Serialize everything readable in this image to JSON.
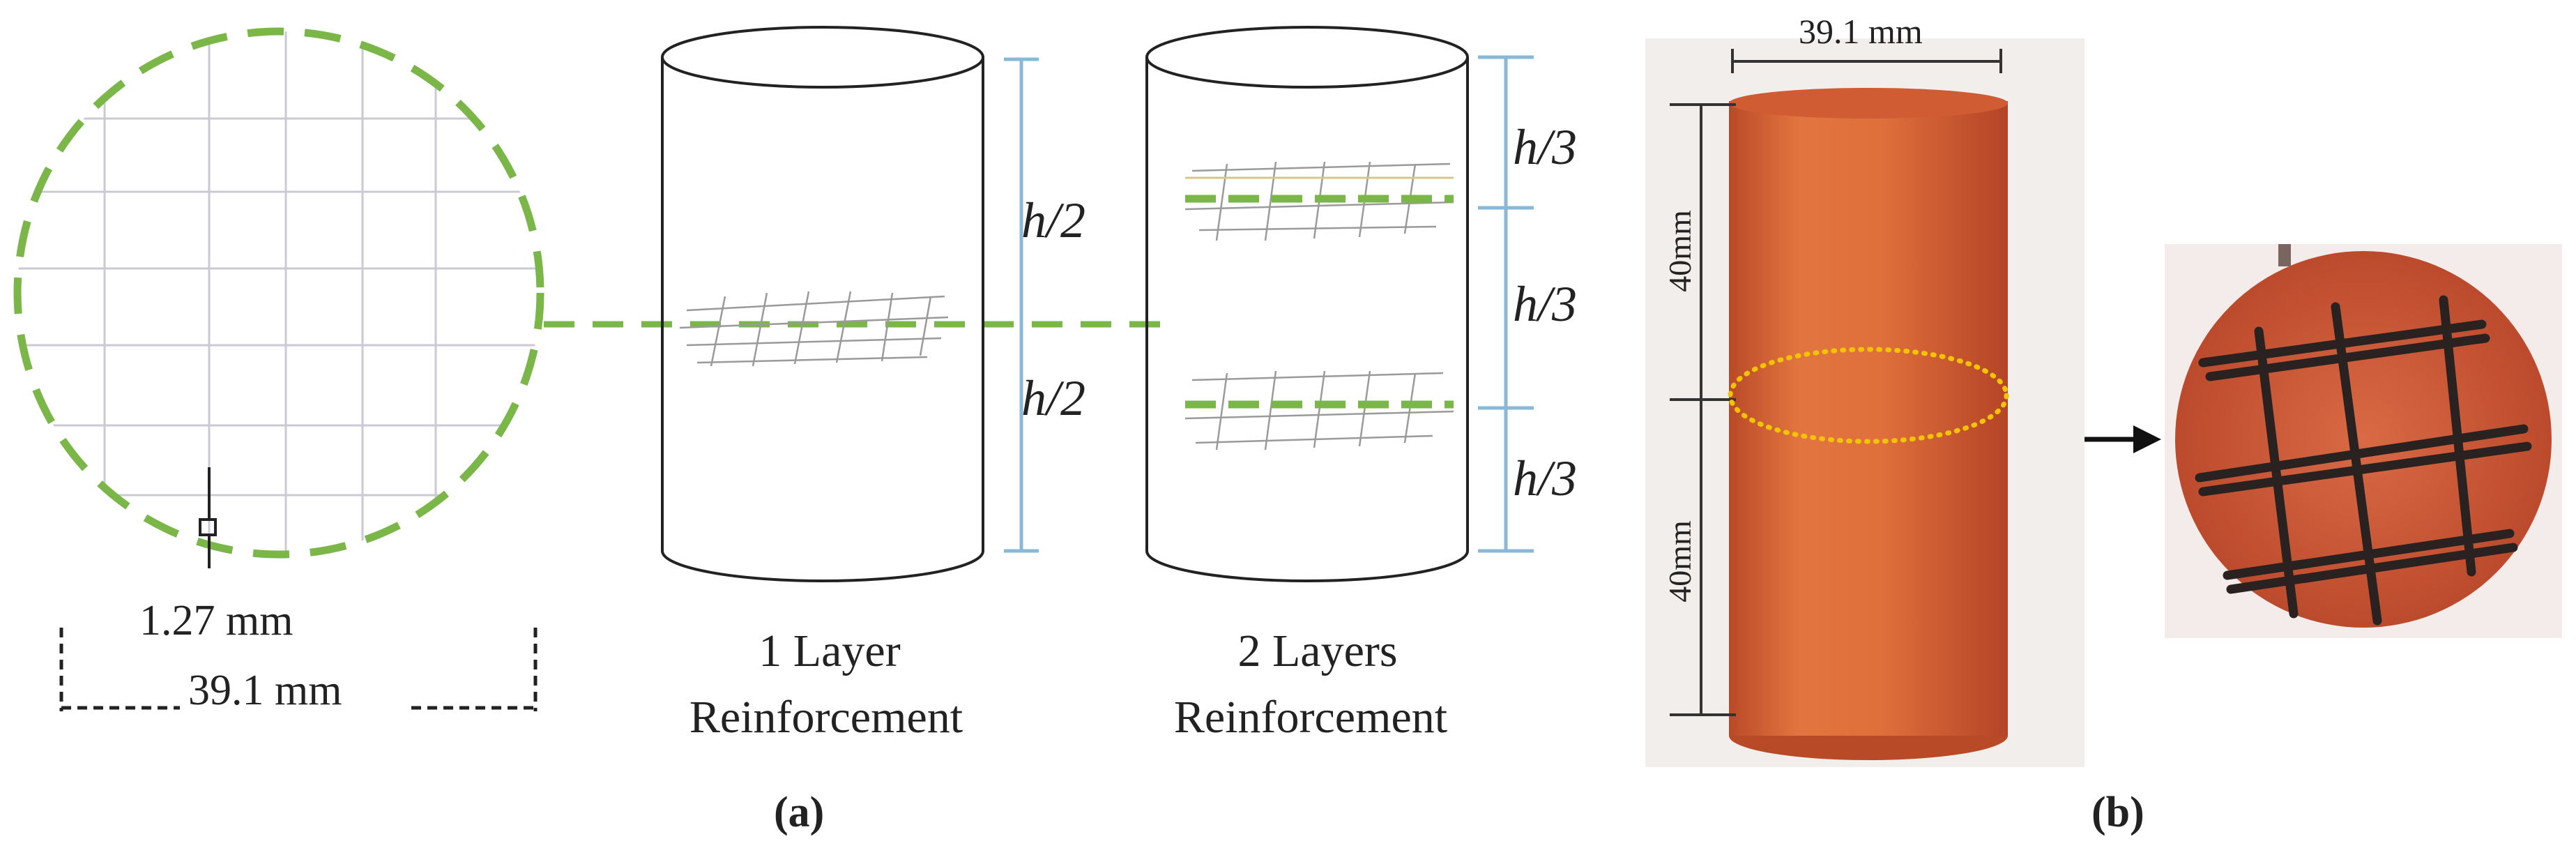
{
  "panel_a": {
    "mesh_spacing_label": "1.27 mm",
    "diameter_label": "39.1 mm",
    "one_layer": {
      "caption_line1": "1 Layer",
      "caption_line2": "Reinforcement",
      "dim_top": "h/2",
      "dim_bottom": "h/2"
    },
    "two_layers": {
      "caption_line1": "2 Layers",
      "caption_line2": "Reinforcement",
      "dim_top": "h/3",
      "dim_middle": "h/3",
      "dim_bottom": "h/3"
    },
    "label": "(a)"
  },
  "panel_b": {
    "diameter_label": "39.1 mm",
    "upper_height_label": "40mm",
    "lower_height_label": "40mm",
    "label": "(b)"
  },
  "colors": {
    "mesh_green": "#7ab648",
    "dimension_blue": "#8ab8d8",
    "specimen_orange": "#d9663d",
    "section_marker_yellow": "#f2c300",
    "grid_line": "#c9cad3"
  }
}
